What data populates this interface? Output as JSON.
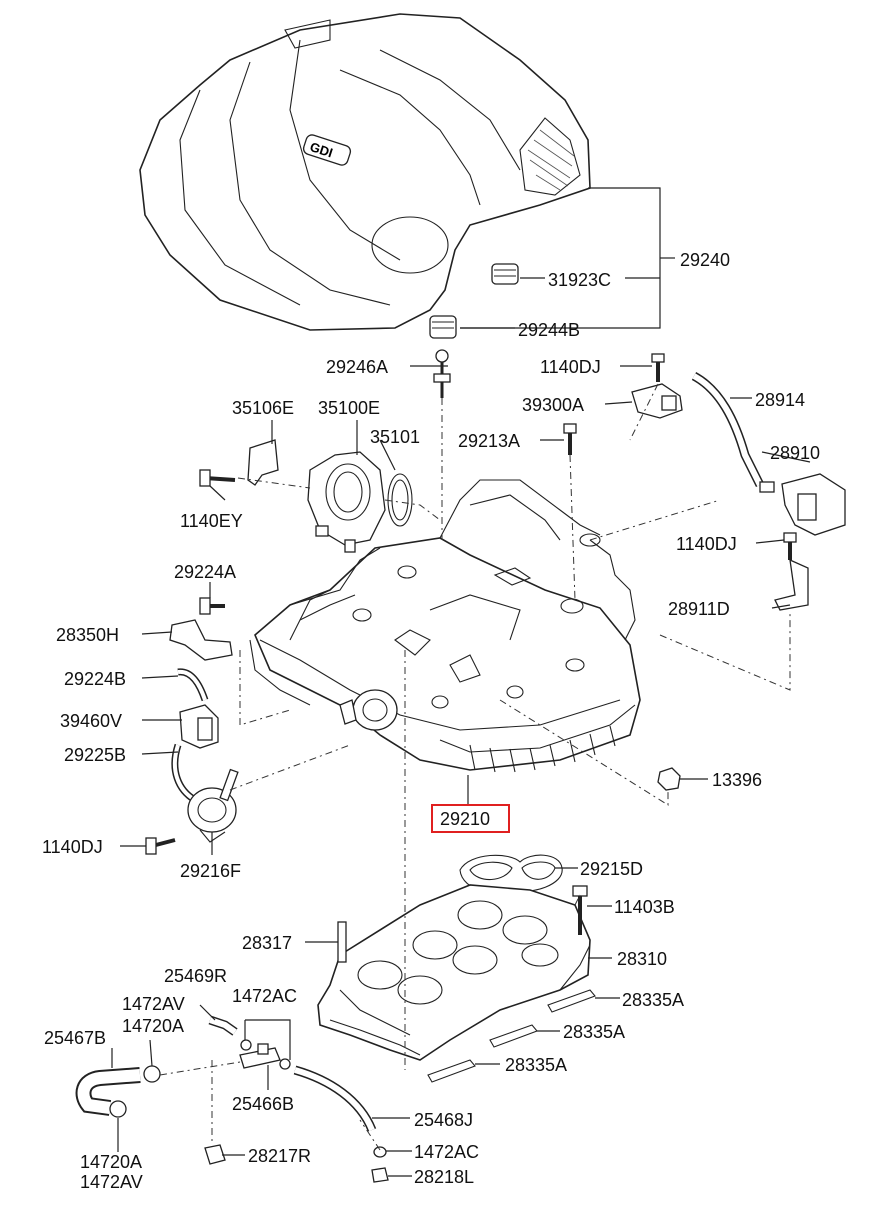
{
  "diagram": {
    "highlight_color": "#e02020",
    "highlighted_part": "29210",
    "badge": "GDI",
    "parts": {
      "p29240": "29240",
      "p31923C": "31923C",
      "p29244B": "29244B",
      "p29246A": "29246A",
      "p1140DJ_top": "1140DJ",
      "p39300A": "39300A",
      "p28914": "28914",
      "p35106E": "35106E",
      "p35100E": "35100E",
      "p35101": "35101",
      "p29213A": "29213A",
      "p28910": "28910",
      "p1140EY": "1140EY",
      "p1140DJ_right": "1140DJ",
      "p29224A": "29224A",
      "p28911D": "28911D",
      "p28350H": "28350H",
      "p29224B": "29224B",
      "p39460V": "39460V",
      "p29225B": "29225B",
      "p13396": "13396",
      "p29210": "29210",
      "p1140DJ_left": "1140DJ",
      "p29216F": "29216F",
      "p29215D": "29215D",
      "p11403B": "11403B",
      "p28317": "28317",
      "p28310": "28310",
      "p25469R": "25469R",
      "p1472AV_a": "1472AV",
      "p14720A_a": "14720A",
      "p1472AC_a": "1472AC",
      "p28335A_1": "28335A",
      "p25467B": "25467B",
      "p28335A_2": "28335A",
      "p25466B": "25466B",
      "p28335A_3": "28335A",
      "p25468J": "25468J",
      "p14720A_b": "14720A",
      "p1472AV_b": "1472AV",
      "p1472AC_b": "1472AC",
      "p28217R": "28217R",
      "p28218L": "28218L"
    }
  }
}
